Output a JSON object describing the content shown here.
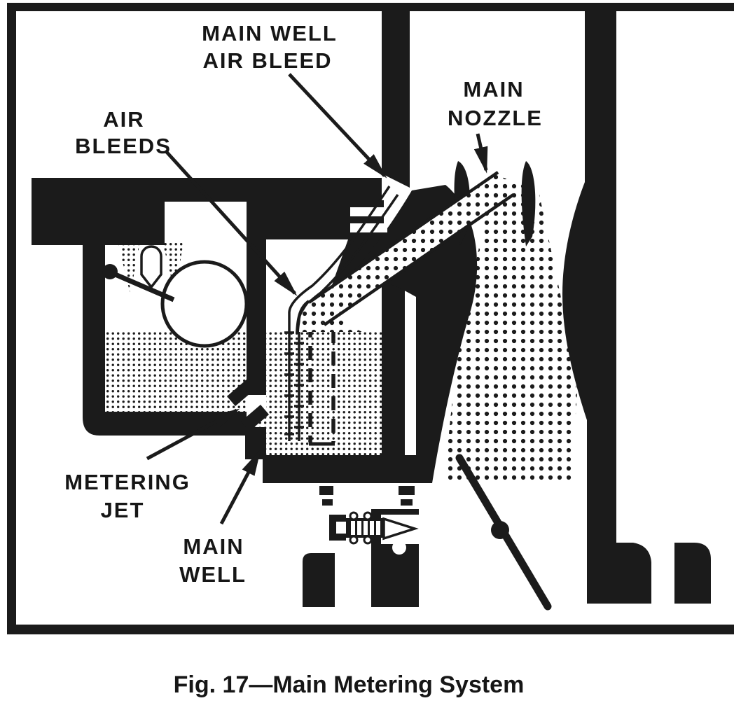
{
  "figure": {
    "caption": "Fig. 17—Main Metering System",
    "ink_color": "#1b1b1b",
    "paper_color": "#ffffff"
  },
  "labels": {
    "main_well_air_bleed": {
      "line1": "MAIN WELL",
      "line2": "AIR BLEED"
    },
    "main_nozzle": {
      "line1": "MAIN",
      "line2": "NOZZLE"
    },
    "air_bleeds": {
      "line1": "AIR",
      "line2": "BLEEDS"
    },
    "metering_jet": {
      "line1": "METERING",
      "line2": "JET"
    },
    "main_well": {
      "line1": "MAIN",
      "line2": "WELL"
    }
  }
}
